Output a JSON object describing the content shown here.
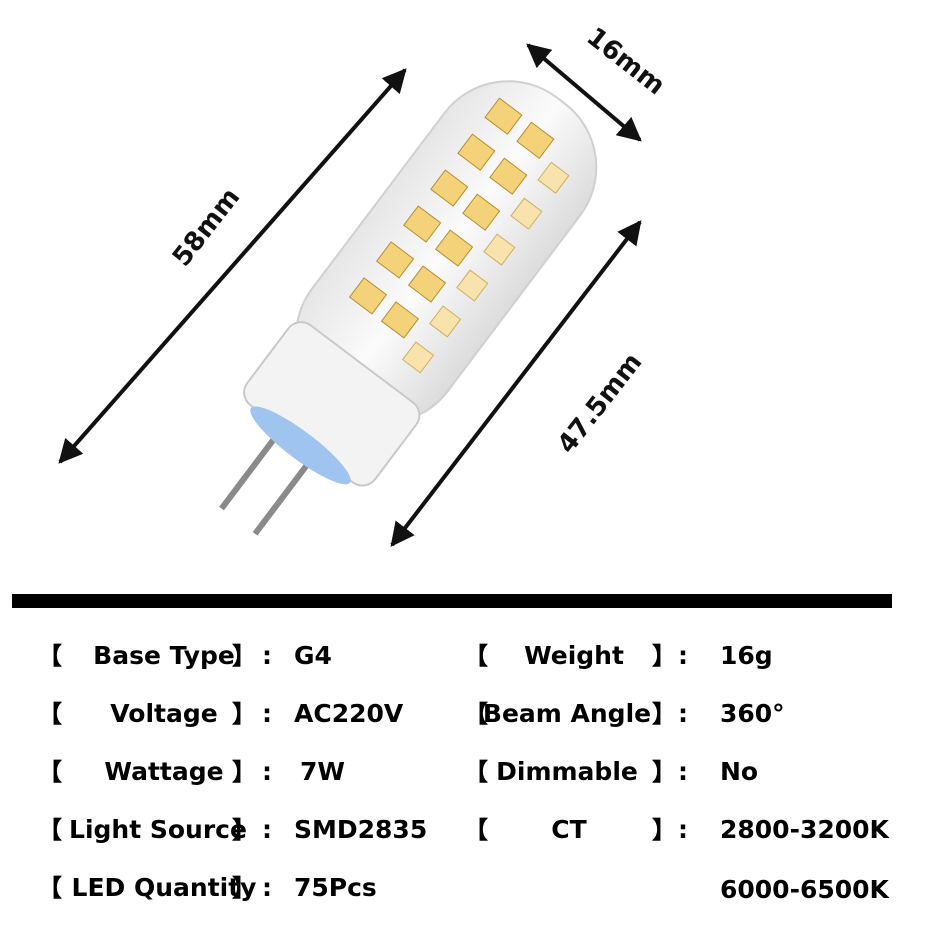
{
  "dimensions": {
    "length_total": "58mm",
    "diameter": "16mm",
    "length_body": "47.5mm"
  },
  "specs_left": [
    {
      "key": "Base   Type",
      "value": "G4"
    },
    {
      "key": "Voltage",
      "value": "AC220V"
    },
    {
      "key": "Wattage",
      "value": "7W"
    },
    {
      "key": "Light Source",
      "value": "SMD2835"
    },
    {
      "key": "LED Quantity",
      "value": "75Pcs"
    }
  ],
  "specs_right": [
    {
      "key": "Weight",
      "value": "16g"
    },
    {
      "key": "Beam  Angle",
      "value": "360°"
    },
    {
      "key": "Dimmable",
      "value": "No"
    },
    {
      "key": "CT",
      "value": "2800-3200K"
    }
  ],
  "extra_value": "6000-6500K",
  "punctuation": {
    "open": "【",
    "close": "】",
    "colon": ":"
  },
  "colors": {
    "led_yellow": "#f4d27a",
    "body_white": "#f3f3f3",
    "base_blue": "#9fc4f0",
    "accent": "#000000"
  }
}
